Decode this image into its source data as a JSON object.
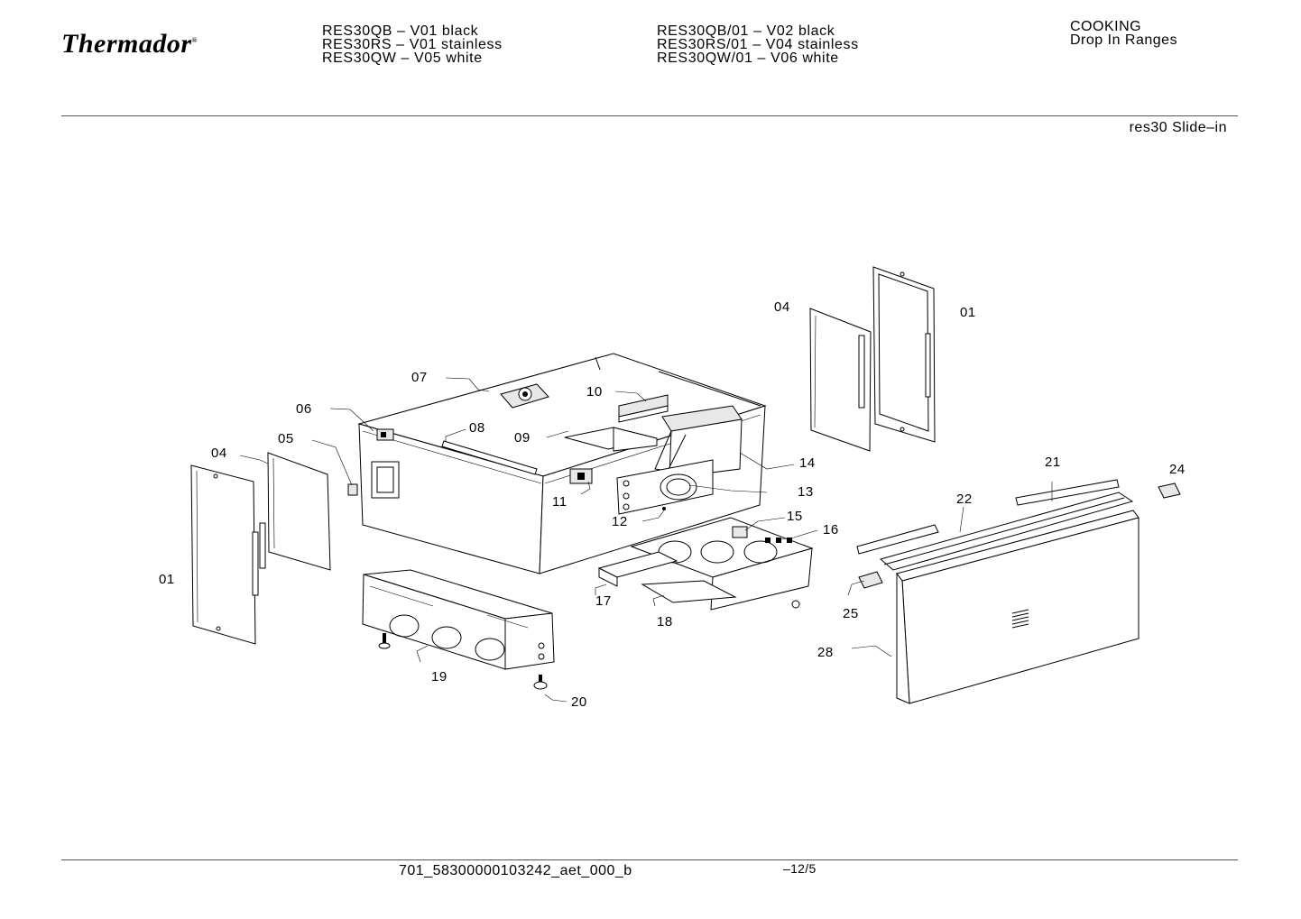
{
  "brand": "Thermador",
  "brand_mark": "®",
  "models": {
    "col1": [
      "RES30QB – V01 black",
      "RES30RS – V01 stainless",
      "RES30QW – V05 white"
    ],
    "col2": [
      "RES30QB/01 – V02 black",
      "RES30RS/01 – V04 stainless",
      "RES30QW/01 – V06 white"
    ]
  },
  "category": {
    "line1": "COOKING",
    "line2": "Drop In Ranges"
  },
  "variant_label": "res30 Slide–in",
  "footer": {
    "code": "701_58300000103242_aet_000_b",
    "page": "–12/5"
  },
  "part_labels": {
    "p01_right": "01",
    "p04_right": "04",
    "p07": "07",
    "p10": "10",
    "p06": "06",
    "p08": "08",
    "p09": "09",
    "p05": "05",
    "p04_left": "04",
    "p14": "14",
    "p13": "13",
    "p11": "11",
    "p12": "12",
    "p21": "21",
    "p24": "24",
    "p22": "22",
    "p15": "15",
    "p16": "16",
    "p01_left": "01",
    "p17": "17",
    "p18": "18",
    "p25": "25",
    "p28": "28",
    "p19": "19",
    "p20": "20"
  }
}
